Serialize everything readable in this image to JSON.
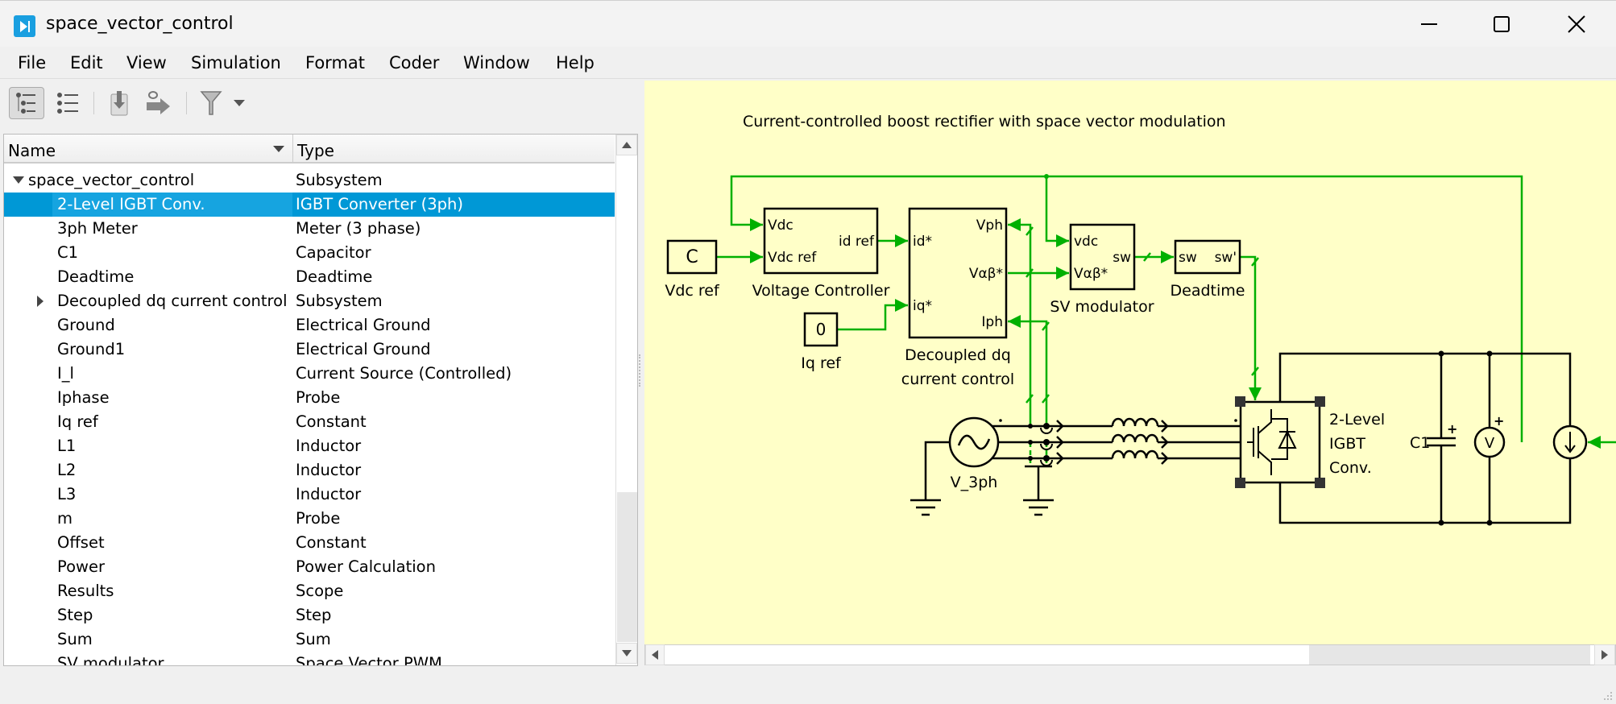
{
  "window": {
    "title": "space_vector_control",
    "controls": [
      "minimize",
      "maximize",
      "close"
    ]
  },
  "menu": [
    "File",
    "Edit",
    "View",
    "Simulation",
    "Format",
    "Coder",
    "Window",
    "Help"
  ],
  "toolbar": {
    "icons": [
      "hierarchical-view-icon",
      "flat-list-icon",
      "import-icon",
      "link-arrow-icon",
      "filter-icon",
      "dropdown-arrow-icon"
    ]
  },
  "tree": {
    "columns": {
      "name": "Name",
      "type": "Type"
    },
    "root": {
      "name": "space_vector_control",
      "type": "Subsystem"
    },
    "rows": [
      {
        "name": "2-Level IGBT Conv.",
        "type": "IGBT Converter (3ph)",
        "selected": true
      },
      {
        "name": "3ph Meter",
        "type": "Meter (3 phase)"
      },
      {
        "name": "C1",
        "type": "Capacitor"
      },
      {
        "name": "Deadtime",
        "type": "Deadtime"
      },
      {
        "name": "Decoupled dq current control",
        "type": "Subsystem",
        "expandable": true
      },
      {
        "name": "Ground",
        "type": "Electrical Ground"
      },
      {
        "name": "Ground1",
        "type": "Electrical Ground"
      },
      {
        "name": "I_l",
        "type": "Current Source (Controlled)"
      },
      {
        "name": "Iphase",
        "type": "Probe"
      },
      {
        "name": "Iq ref",
        "type": "Constant"
      },
      {
        "name": "L1",
        "type": "Inductor"
      },
      {
        "name": "L2",
        "type": "Inductor"
      },
      {
        "name": "L3",
        "type": "Inductor"
      },
      {
        "name": "m",
        "type": "Probe"
      },
      {
        "name": "Offset",
        "type": "Constant"
      },
      {
        "name": "Power",
        "type": "Power Calculation"
      },
      {
        "name": "Results",
        "type": "Scope"
      },
      {
        "name": "Step",
        "type": "Step"
      },
      {
        "name": "Sum",
        "type": "Sum"
      },
      {
        "name": "SV modulator",
        "type": "Space Vector PWM"
      }
    ]
  },
  "diagram": {
    "description": "Current-controlled boost rectifier with space vector modulation",
    "colors": {
      "canvas": "#ffffc8",
      "signal": "#00b000",
      "wire": "#000000",
      "selection": "#0098d6"
    },
    "blocks": {
      "vdc_ref": {
        "symbol": "C",
        "label": "Vdc ref"
      },
      "iq_ref": {
        "symbol": "0",
        "label": "Iq ref"
      },
      "voltage_controller": {
        "label": "Voltage Controller",
        "ports": [
          "Vdc",
          "Vdc ref",
          "id ref"
        ]
      },
      "decoupled": {
        "label1": "Decoupled dq",
        "label2": "current control",
        "ports": [
          "id*",
          "iq*",
          "Vph",
          "Vαβ*",
          "Iph"
        ]
      },
      "sv_modulator": {
        "label": "SV modulator",
        "ports": [
          "vdc",
          "Vαβ*",
          "sw"
        ]
      },
      "deadtime": {
        "label": "Deadtime",
        "ports": [
          "sw",
          "sw'"
        ]
      },
      "source": {
        "label": "V_3ph"
      },
      "igbt": {
        "label1": "2-Level",
        "label2": "IGBT",
        "label3": "Conv."
      },
      "capacitor": {
        "label": "C1",
        "polarity": "+"
      },
      "voltmeter": {
        "symbol": "V",
        "polarity": "+"
      }
    }
  }
}
